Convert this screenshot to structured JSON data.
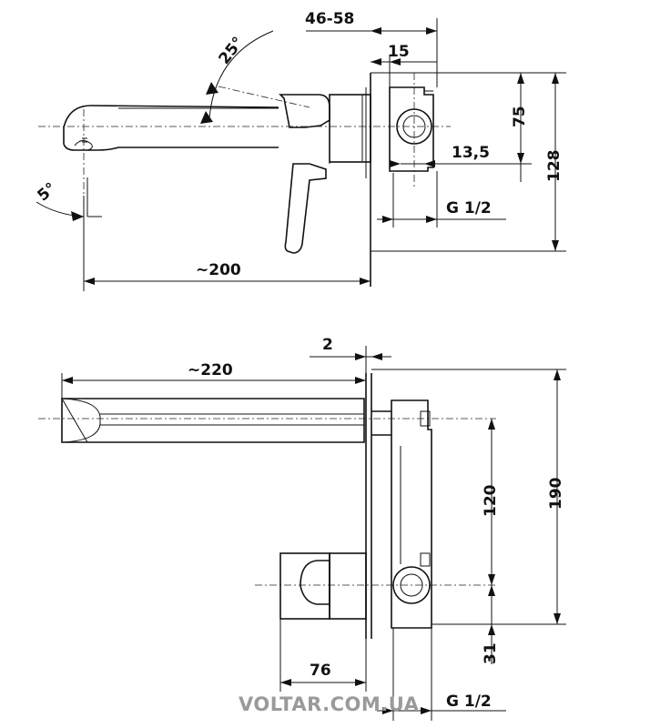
{
  "top_view": {
    "dims": {
      "range": "46-58",
      "depth": "15",
      "offset": "13,5",
      "height_mid": "75",
      "height_total": "128",
      "thread": "G 1/2",
      "spout_length": "~200"
    },
    "angles": {
      "spout": "25°",
      "tip": "5°"
    }
  },
  "bottom_view": {
    "dims": {
      "gap": "2",
      "spout_length": "~220",
      "spacing": "120",
      "height_total": "190",
      "handle_width": "76",
      "bottom_offset": "31",
      "thread": "G 1/2"
    }
  },
  "watermark": "VOLTAR.COM.UA"
}
